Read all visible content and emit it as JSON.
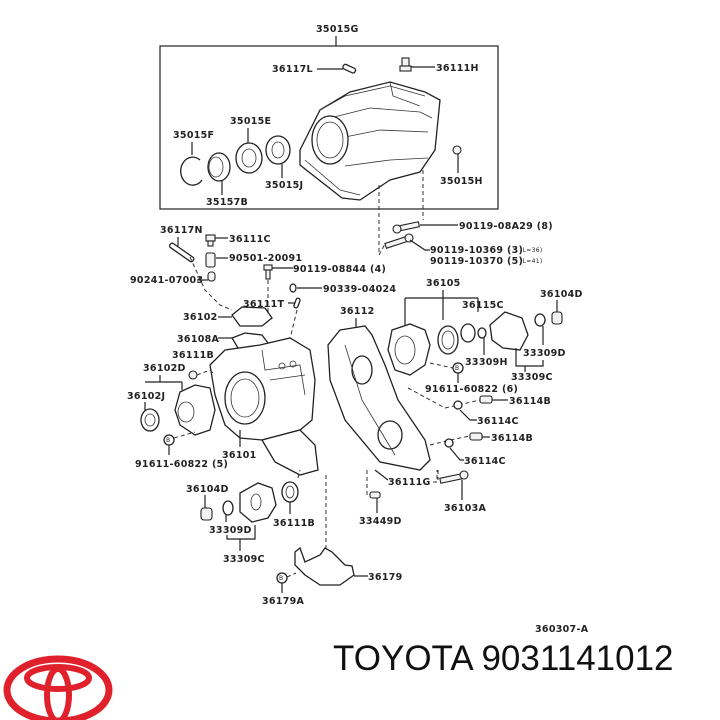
{
  "diagram": {
    "drawing_code": "360307-A",
    "group_labels": {
      "top_assembly": "35015G"
    },
    "labels": {
      "p36117L": "36117L",
      "p36111H": "36111H",
      "p35015E": "35015E",
      "p35015F": "35015F",
      "p35015J": "35015J",
      "p35157B": "35157B",
      "p35015H": "35015H",
      "p36117N": "36117N",
      "p36111C": "36111C",
      "p90501": "90501-20091",
      "p90119_08844": "90119-08844 (4)",
      "p90241": "90241-07003",
      "p90119_08A29": "90119-08A29 (8)",
      "p90119_10369": "90119-10369 (3)",
      "p90119_10369_note": "(L=36)",
      "p90119_10370": "90119-10370 (5)",
      "p90119_10370_note": "(L=41)",
      "p90339": "90339-04024",
      "p36105": "36105",
      "p36104D_top": "36104D",
      "p36115C": "36115C",
      "p36102": "36102",
      "p36111T": "36111T",
      "p36112": "36112",
      "p36108A": "36108A",
      "p36111B_top": "36111B",
      "p36102D": "36102D",
      "p36102J": "36102J",
      "p33309H": "33309H",
      "p33309D_top": "33309D",
      "p33309C_top": "33309C",
      "p91611_right": "91611-60822 (6)",
      "p36114B_1": "36114B",
      "p36114C_1": "36114C",
      "p36114B_2": "36114B",
      "p36114C_2": "36114C",
      "p91611_left": "91611-60822 (5)",
      "p36101": "36101",
      "p36111G": "36111G",
      "p36103A": "36103A",
      "p36104D_bot": "36104D",
      "p33449D": "33449D",
      "p36111B_bot": "36111B",
      "p33309D_bot": "33309D",
      "p33309C_bot": "33309C",
      "p36179": "36179",
      "p36179A": "36179A",
      "bolt_marker": "B"
    }
  },
  "footer": {
    "brand": "TOYOTA",
    "part_number": "9031141012",
    "title": "TOYOTA 9031141012",
    "logo_color": "#e0202a"
  }
}
